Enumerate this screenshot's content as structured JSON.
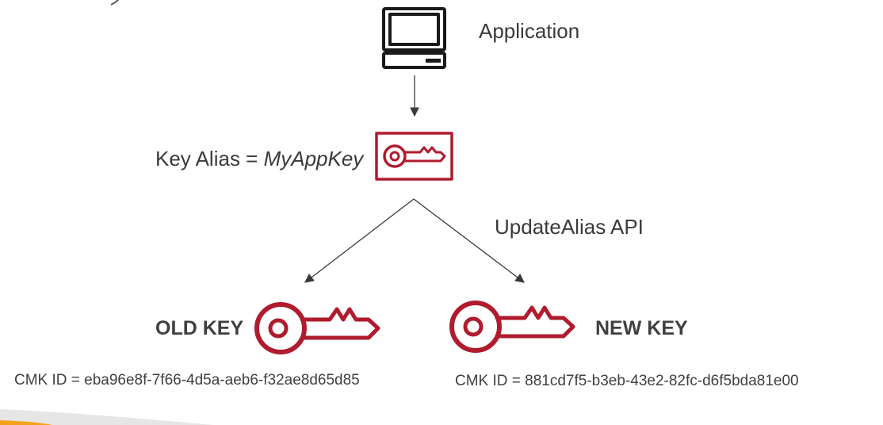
{
  "application": {
    "label": "Application",
    "icon": "computer-icon"
  },
  "alias": {
    "prefix": "Key Alias = ",
    "name": "MyAppKey",
    "icon": "key-alias-icon"
  },
  "api": {
    "label": "UpdateAlias API"
  },
  "old_key": {
    "label": "OLD KEY",
    "cmk": "CMK ID = eba96e8f-7f66-4d5a-aeb6-f32ae8d65d85",
    "icon": "key-icon"
  },
  "new_key": {
    "label": "NEW KEY",
    "cmk": "CMK ID = 881cd7f5-b3eb-43e2-82fc-d6f5bda81e00",
    "icon": "key-icon"
  },
  "colors": {
    "key": "#b01b2e",
    "text": "#404040",
    "accent": "#f3a21b",
    "arrow": "#3a3a3a"
  }
}
